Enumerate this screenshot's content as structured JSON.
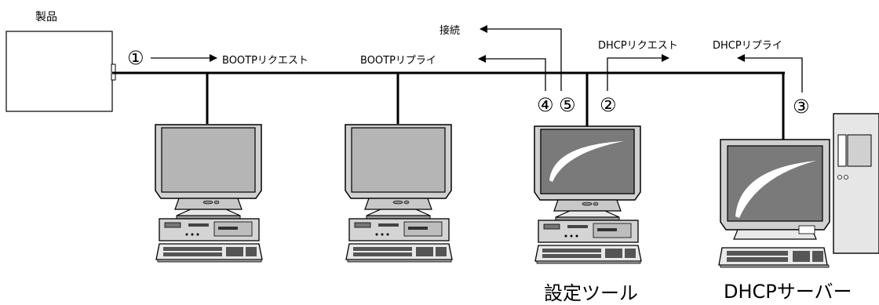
{
  "product_label": "製品",
  "setup_tool_label": "設定ツール",
  "dhcp_server_label": "DHCPサーバー",
  "messages": {
    "bootp_request": "BOOTPリクエスト",
    "bootp_reply": "BOOTPリプライ",
    "connect": "接続",
    "dhcp_request": "DHCPリクエスト",
    "dhcp_reply": "DHCPリプライ"
  },
  "steps": [
    "①",
    "②",
    "③",
    "④",
    "⑤"
  ]
}
